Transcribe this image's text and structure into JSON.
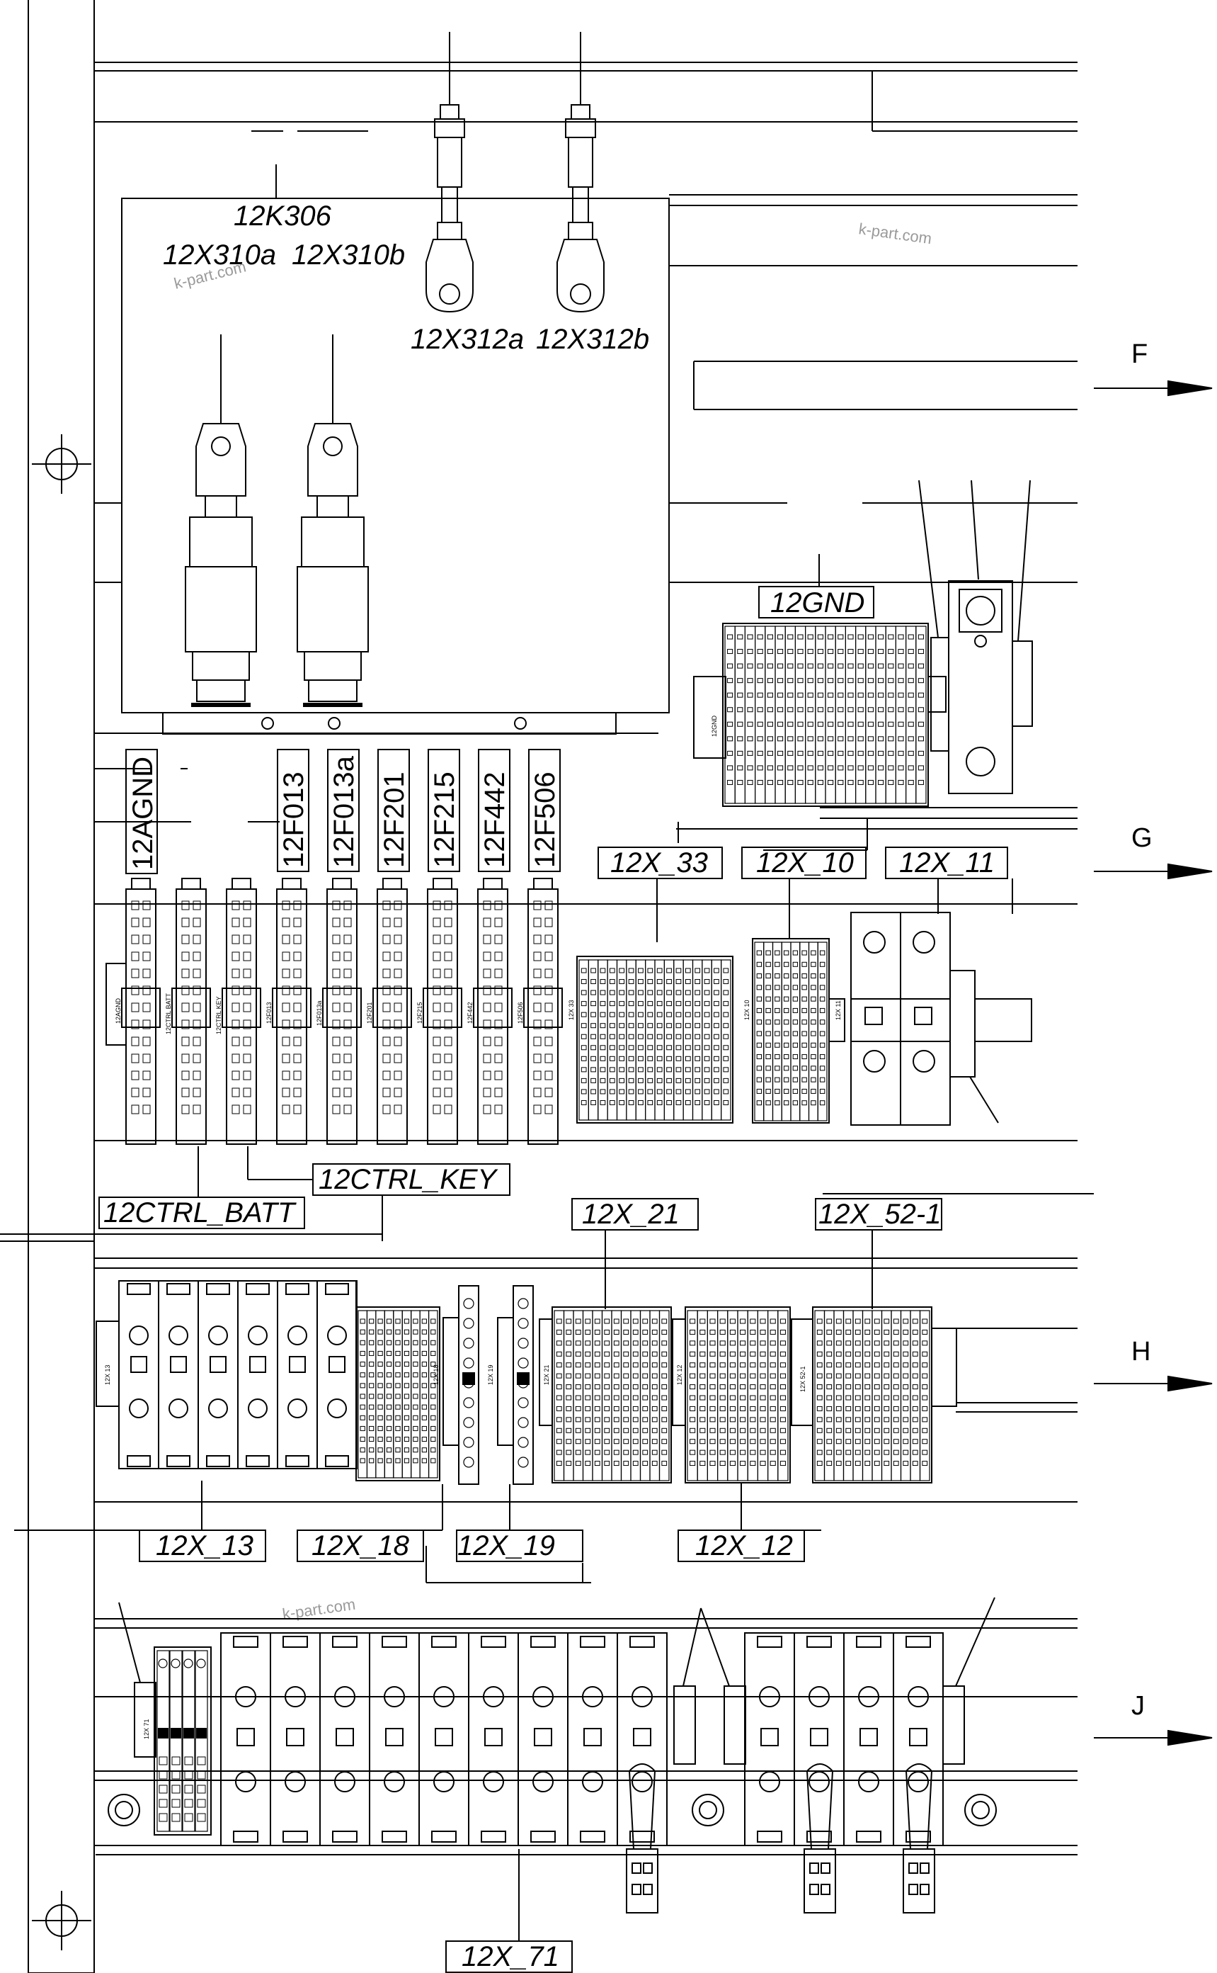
{
  "watermark": "k-part.com",
  "section_arrows": [
    "F",
    "G",
    "H",
    "J"
  ],
  "labels": {
    "relay": "12K306",
    "x310a": "12X310a",
    "x310b": "12X310b",
    "x312a": "12X312a",
    "x312b": "12X312b",
    "gnd": "12GND",
    "x33": "12X_33",
    "x10": "12X_10",
    "x11": "12X_11",
    "ctrl_key": "12CTRL_KEY",
    "ctrl_batt": "12CTRL_BATT",
    "x21": "12X_21",
    "x52": "12X_52-1",
    "x13": "12X_13",
    "x18": "12X_18",
    "x19": "12X_19",
    "x12": "12X_12",
    "x71": "12X_71"
  },
  "vertical_labels": [
    "12AGND",
    "12F013",
    "12F013a",
    "12F201",
    "12F215",
    "12F442",
    "12F506"
  ],
  "tiny_labels": {
    "gnd_block": "12GND",
    "agnd": "12AGND",
    "ctrl_batt": "12CTRL BATT",
    "ctrl_key": "12CTRL KEY",
    "f013": "12F013",
    "f013a": "12F013a",
    "f201": "12F201",
    "f215": "12F215",
    "f442": "12F442",
    "f506": "12F506",
    "x33": "12X 33",
    "x10": "12X 10",
    "x11": "12X 11",
    "x13": "12X 13",
    "x18": "12X 18",
    "x19": "12X 19",
    "x21": "12X 21",
    "x12": "12X 12",
    "x52": "12X 52-1",
    "x71": "12X 71"
  }
}
